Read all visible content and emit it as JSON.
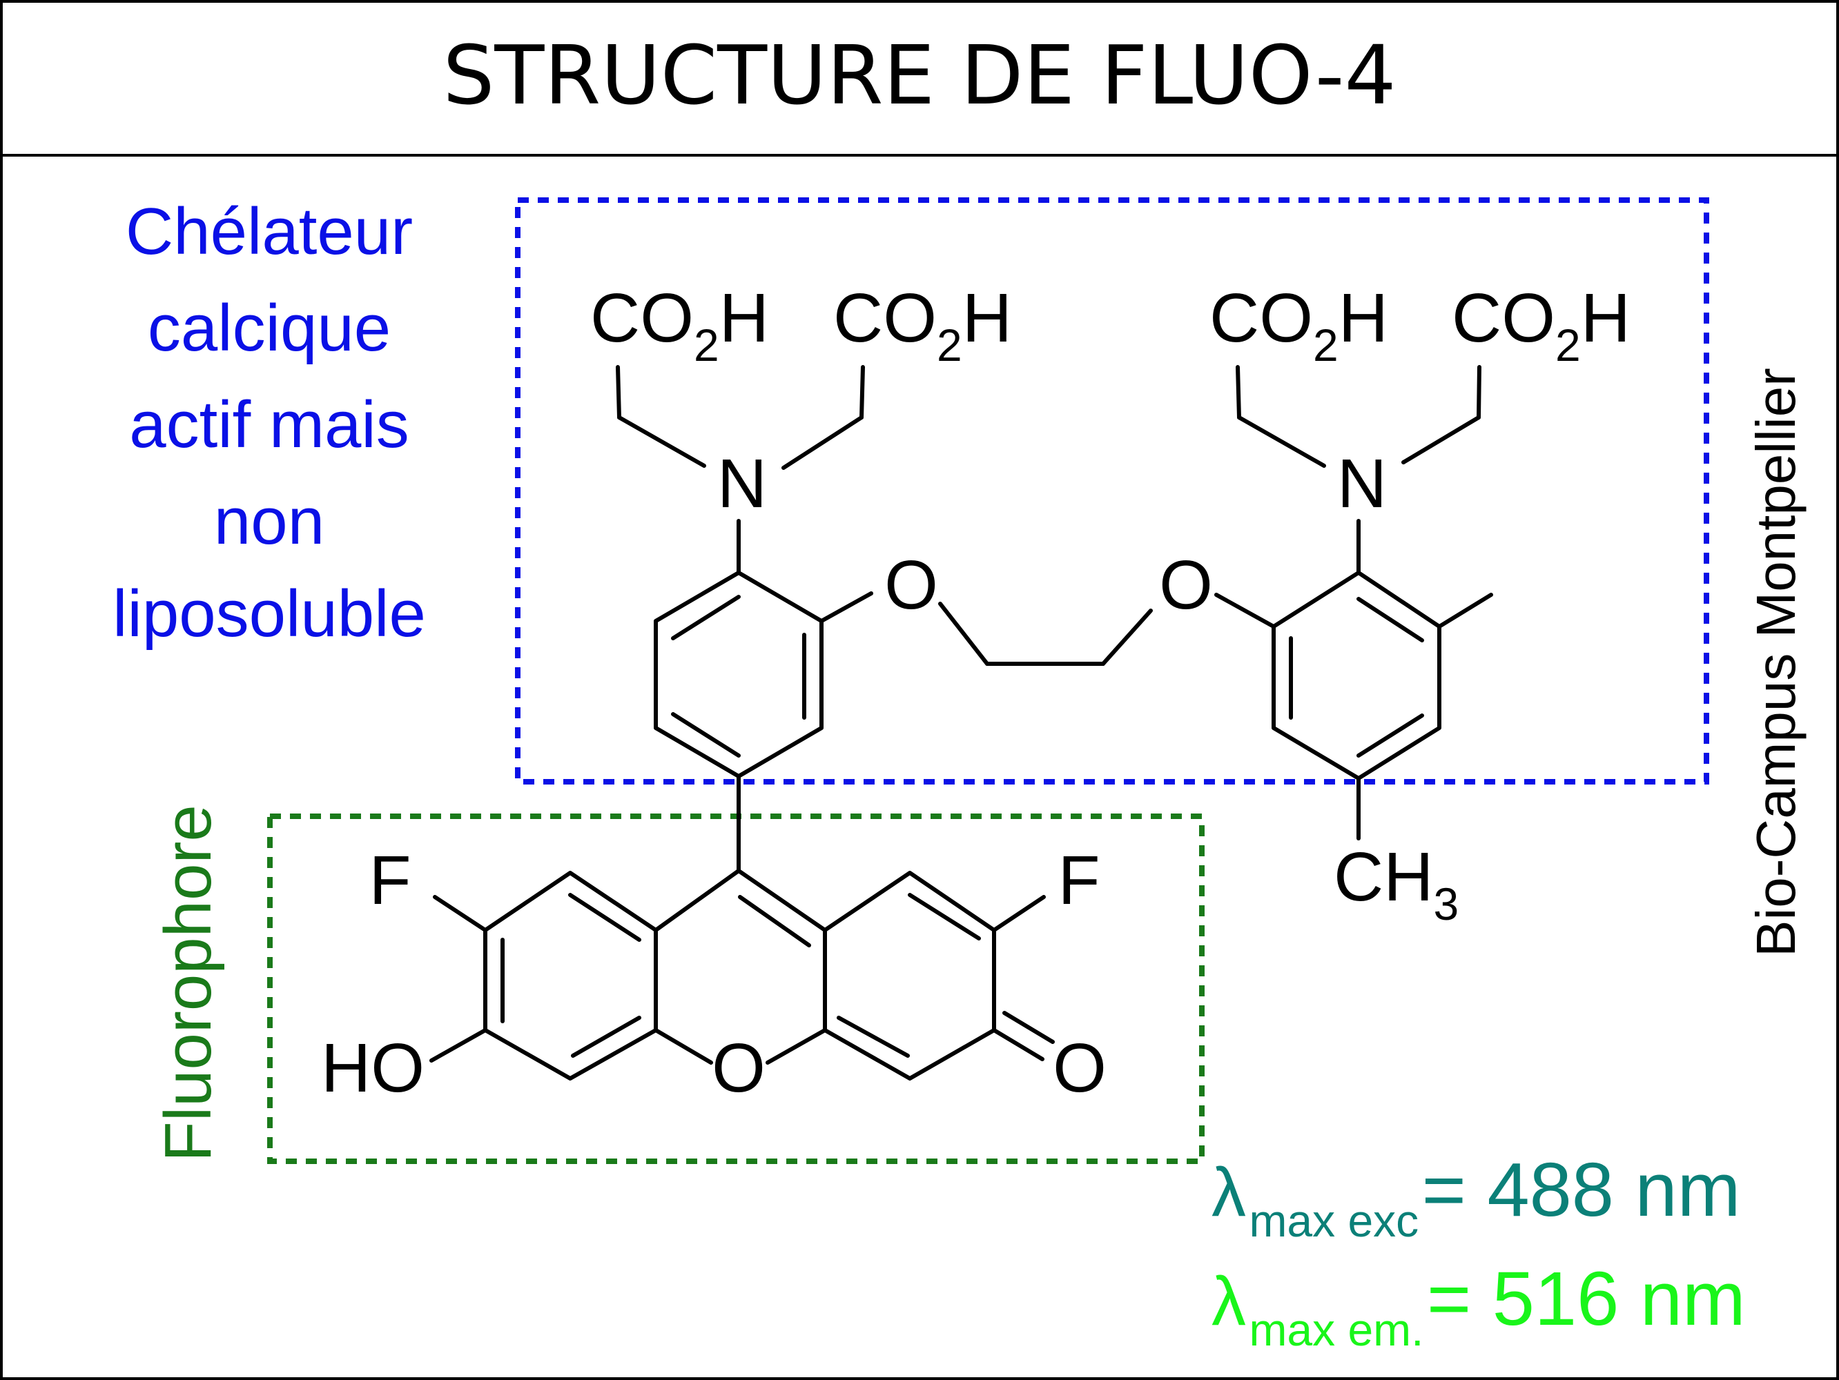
{
  "title": "STRUCTURE DE FLUO-4",
  "colors": {
    "chelator": "#0a10e6",
    "fluorophore": "#1a7a1a",
    "excitation": "#0b8078",
    "emission": "#19f51a",
    "ink": "#000000"
  },
  "chelator_label": [
    "Chélateur",
    "calcique",
    "actif mais",
    "non",
    "liposoluble"
  ],
  "fluorophore_label": "Fluorophore",
  "side_credit": "Bio-Campus Montpellier",
  "atoms": {
    "nitrogen": "N",
    "oxygen": "O",
    "fluorine": "F",
    "hydroxyl": "HO",
    "carboxyl_main": "CO",
    "carboxyl_sub": "2",
    "carboxyl_end": "H",
    "methyl_main": "CH",
    "methyl_sub": "3"
  },
  "excitation": {
    "symbol": "λ",
    "subscript": "max exc",
    "value": "= 488 nm"
  },
  "emission": {
    "symbol": "λ",
    "subscript": "max em.",
    "value": "= 516 nm"
  }
}
